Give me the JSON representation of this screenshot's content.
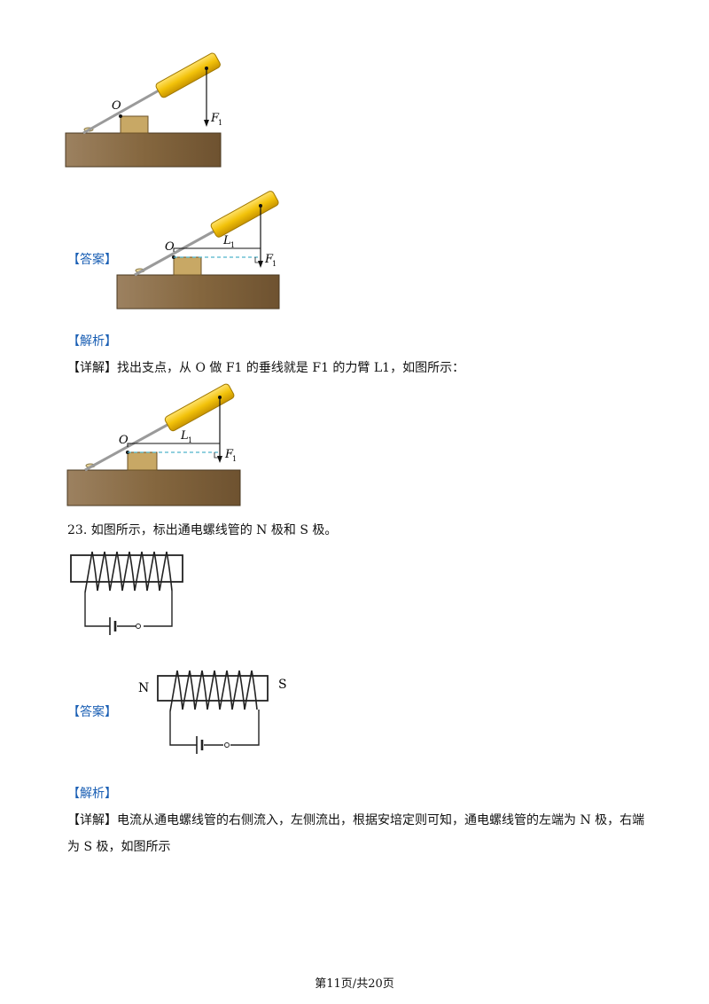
{
  "figures": {
    "lever_label_O": "O",
    "lever_label_F": "F",
    "lever_label_F_sub": "1",
    "lever_label_L": "L",
    "lever_label_L_sub": "1",
    "coil_label_N": "N",
    "coil_label_S": "S"
  },
  "q22": {
    "answer_tag": "【答案】",
    "analysis_tag": "【解析】",
    "detail": "【详解】找出支点，从 O 做 F1 的垂线就是 F1 的力臂 L1，如图所示："
  },
  "q23": {
    "question": "23. 如图所示，标出通电螺线管的 N 极和 S 极。",
    "answer_tag": "【答案】",
    "analysis_tag": "【解析】",
    "detail": "【详解】电流从通电螺线管的右侧流入，左侧流出，根据安培定则可知，通电螺线管的左端为 N 极，右端为 S 极，如图所示"
  },
  "footer": {
    "page": "第11页/共20页"
  },
  "colors": {
    "table_wood": "#8b6a3e",
    "block": "#c8a865",
    "handle_yellow": "#f2c20a",
    "dashed_line": "#4fb3c9",
    "label_blue": "#1a5fb4"
  }
}
